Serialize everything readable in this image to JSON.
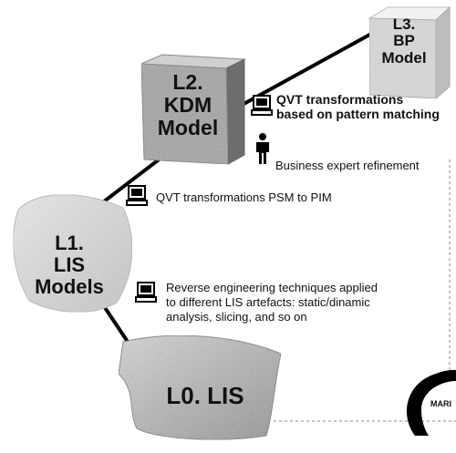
{
  "levels": {
    "l0": {
      "text": "L0. LIS"
    },
    "l1": {
      "line1": "L1.",
      "line2": "LIS",
      "line3": "Models"
    },
    "l2": {
      "line1": "L2.",
      "line2": "KDM",
      "line3": "Model"
    },
    "l3": {
      "line1": "L3.",
      "line2": "BP",
      "line3": "Model"
    }
  },
  "annotations": {
    "qvt_pattern": {
      "line1": "QVT transformations",
      "line2": "based on pattern matching"
    },
    "business_expert": "Business expert refinement",
    "qvt_psm_pim": "QVT transformations PSM to PIM",
    "reverse_engineering": {
      "line1": "Reverse engineering techniques applied",
      "line2": "to different LIS artefacts: static/dinamic",
      "line3": "analysis, slicing, and so on"
    }
  },
  "marble_fragment": "MARI",
  "icons": [
    "computer-icon",
    "computer-icon",
    "computer-icon",
    "person-icon"
  ],
  "colors": {
    "path_line": "#000000",
    "dashed_border": "#888888",
    "stone_light": "#dcdcdc",
    "cube_mid": "#9a9a9a"
  }
}
